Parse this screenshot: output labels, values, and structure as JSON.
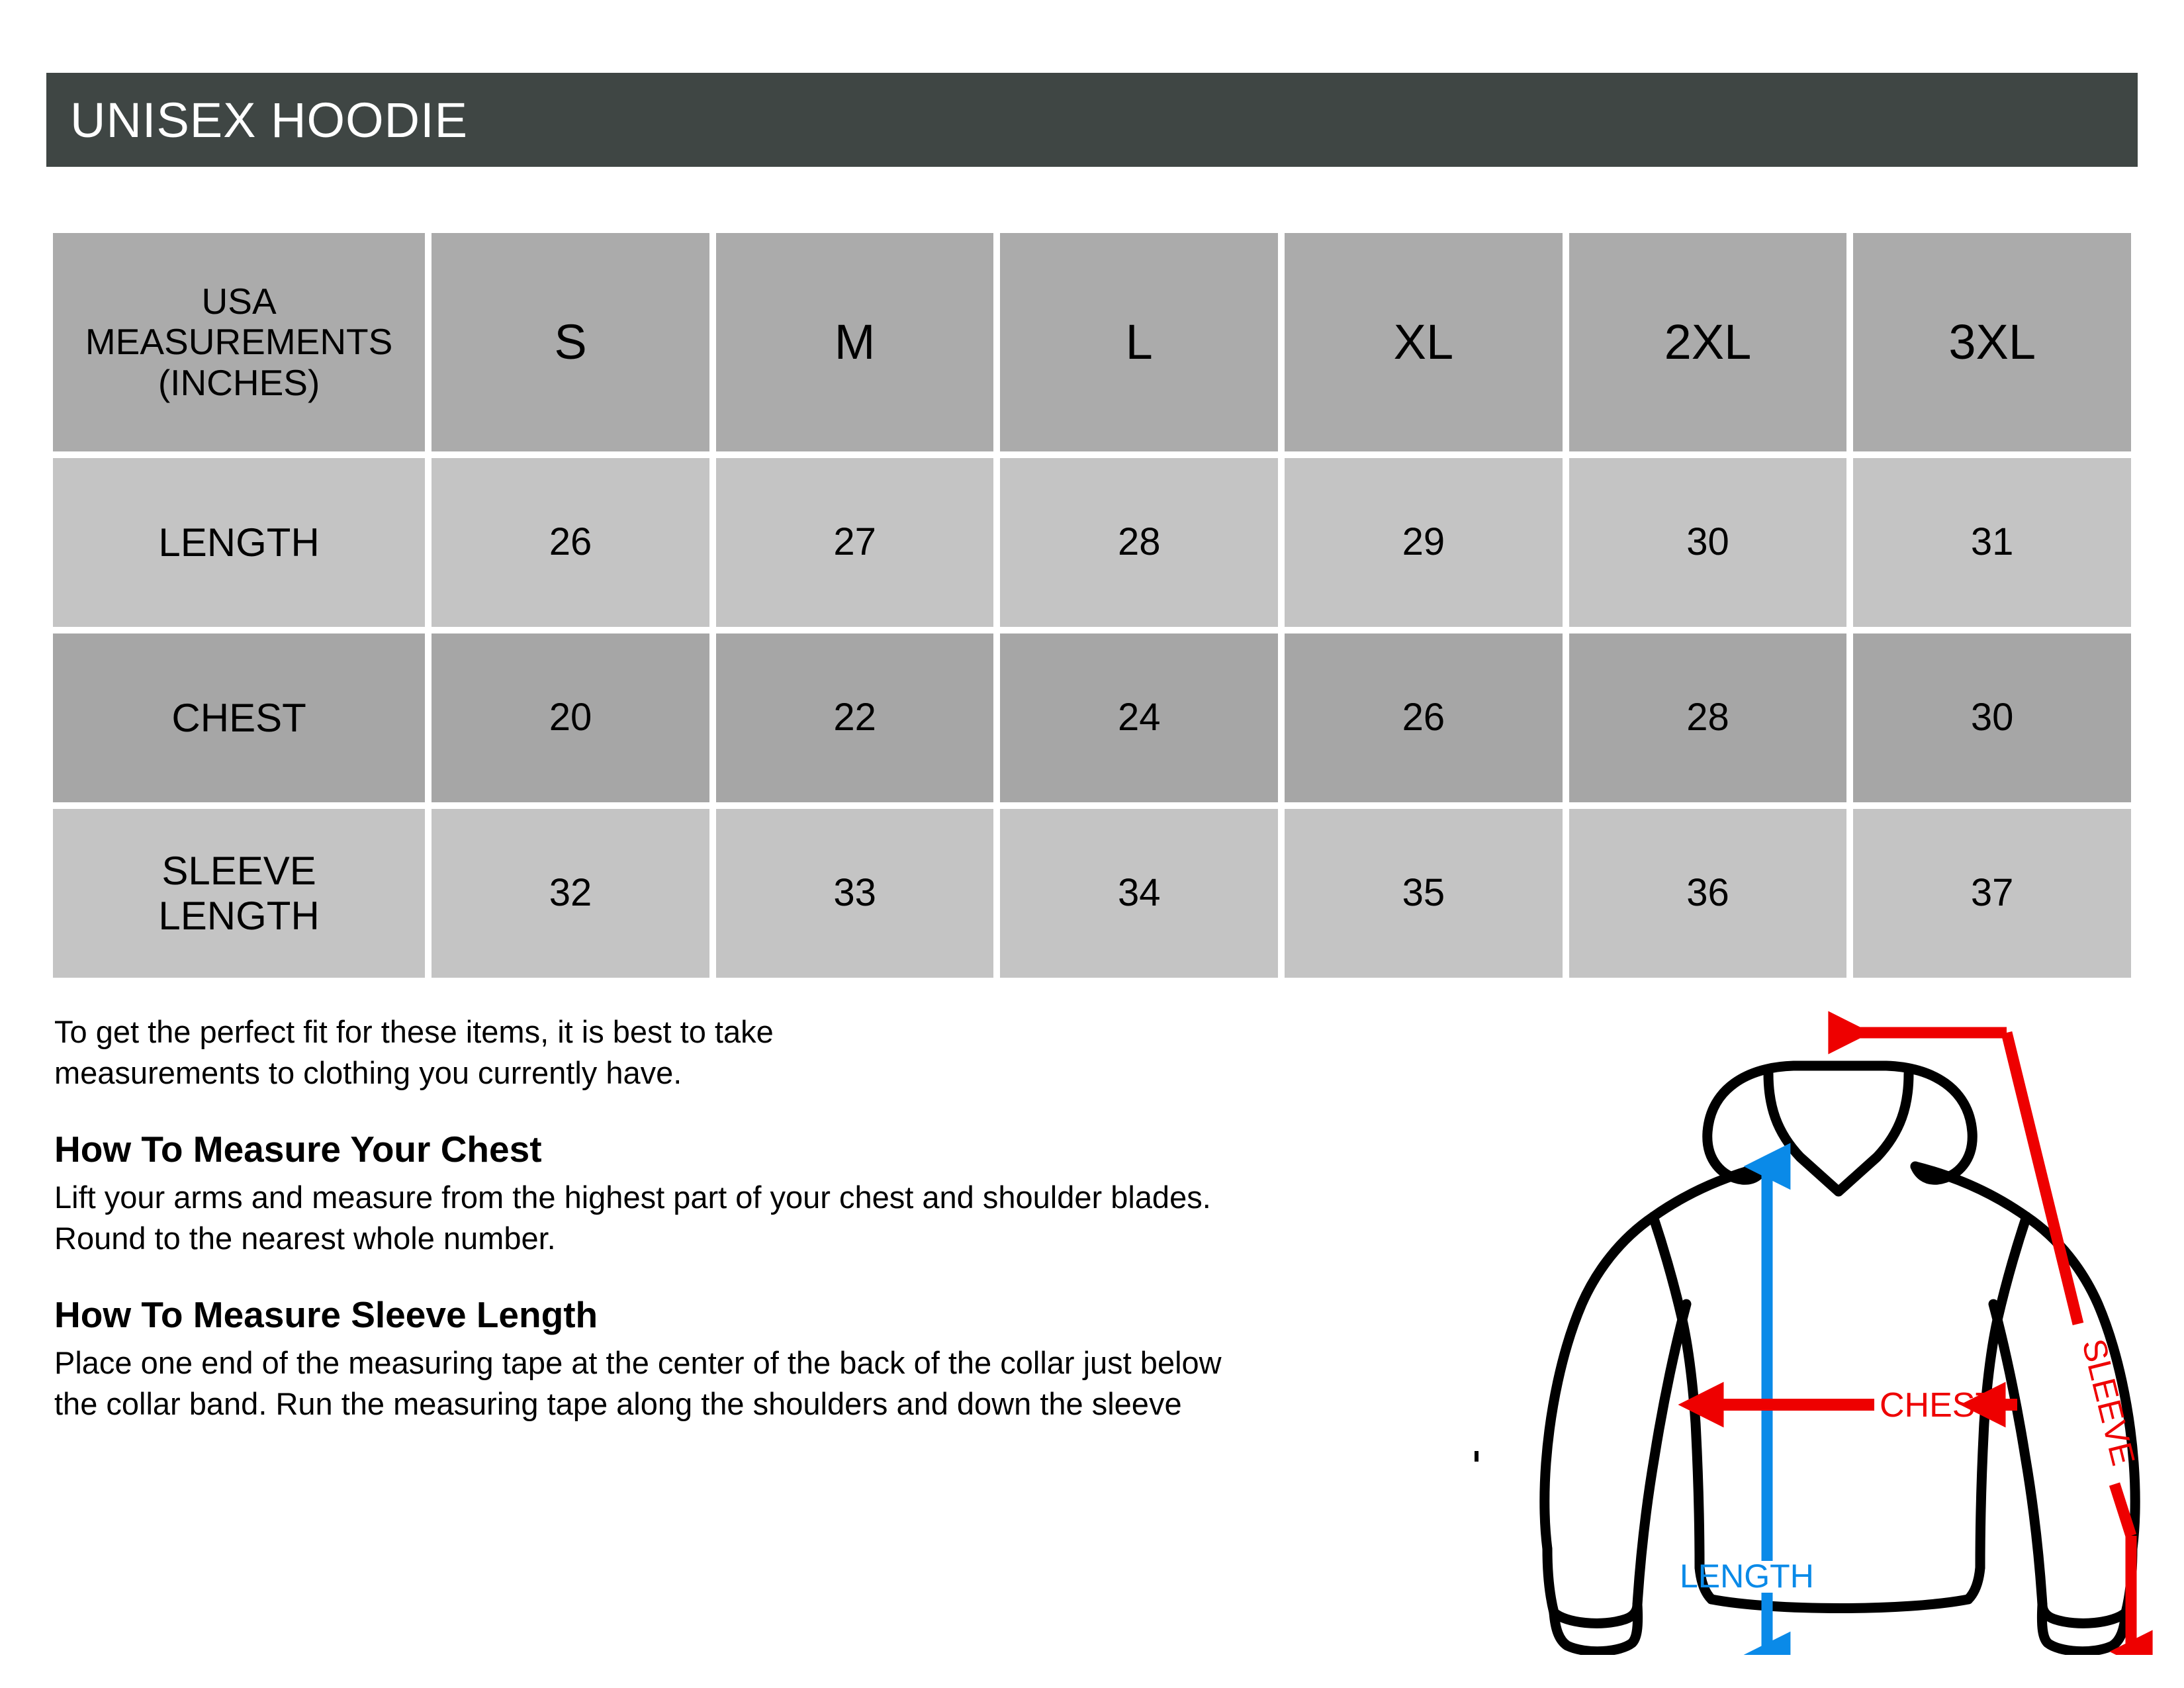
{
  "header": {
    "title": "UNISEX HOODIE",
    "bar_color": "#3f4644",
    "text_color": "#ffffff"
  },
  "table": {
    "corner_label": "USA MEASUREMENTS (INCHES)",
    "corner_label_line1": "USA",
    "corner_label_line2": "MEASUREMENTS",
    "corner_label_line3": "(INCHES)",
    "sizes": [
      "S",
      "M",
      "L",
      "XL",
      "2XL",
      "3XL"
    ],
    "rows": [
      {
        "name": "LENGTH",
        "values": [
          "26",
          "27",
          "28",
          "29",
          "30",
          "31"
        ]
      },
      {
        "name": "CHEST",
        "values": [
          "20",
          "22",
          "24",
          "26",
          "28",
          "30"
        ]
      },
      {
        "name": "SLEEVE LENGTH",
        "name_line1": "SLEEVE",
        "name_line2": "LENGTH",
        "values": [
          "32",
          "33",
          "34",
          "35",
          "36",
          "37"
        ]
      }
    ],
    "header_cell_color": "#ababab",
    "row_light_color": "#c4c4c4",
    "row_mid_color": "#a6a6a6"
  },
  "copy": {
    "intro_line1": "To get the perfect fit for these items, it is best to take",
    "intro_line2": "measurements to clothing you currently have.",
    "chest_heading": "How To Measure Your Chest",
    "chest_body_line1": "Lift your arms and measure from the highest part of your chest and shoulder blades.",
    "chest_body_line2": "Round to the nearest whole number.",
    "sleeve_heading": "How To Measure Sleeve Length",
    "sleeve_body_line1": "Place one end of the measuring tape at the center of the back of the collar just below",
    "sleeve_body_line2": "the collar band. Run the measuring tape along the shoulders and down the sleeve"
  },
  "illustration": {
    "garment": "hoodie-outline",
    "outline_color": "#000000",
    "length_label": "LENGTH",
    "length_color": "#0a8ae8",
    "chest_label": "CHEST",
    "chest_color": "#ee0000",
    "sleeve_label": "SLEEVE",
    "sleeve_color": "#ee0000"
  }
}
